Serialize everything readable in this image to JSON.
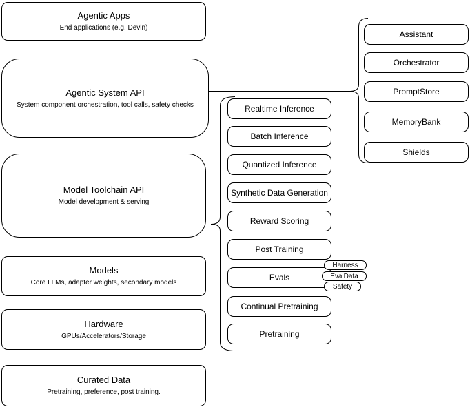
{
  "diagram": {
    "stack": [
      {
        "title": "Agentic Apps",
        "subtitle": "End applications (e.g. Devin)"
      },
      {
        "title": "Agentic System API",
        "subtitle": "System component orchestration, tool calls, safety checks"
      },
      {
        "title": "Model Toolchain API",
        "subtitle": "Model development & serving"
      },
      {
        "title": "Models",
        "subtitle": "Core LLMs, adapter weights, secondary models"
      },
      {
        "title": "Hardware",
        "subtitle": "GPUs/Accelerators/Storage"
      },
      {
        "title": "Curated Data",
        "subtitle": "Pretraining, preference, post training."
      }
    ],
    "toolchain": {
      "items": [
        "Realtime Inference",
        "Batch Inference",
        "Quantized Inference",
        "Synthetic Data Generation",
        "Reward Scoring",
        "Post Training",
        "Evals",
        "Continual Pretraining",
        "Pretraining"
      ],
      "eval_tags": [
        "Harness",
        "EvalData",
        "Safety"
      ]
    },
    "system_components": [
      "Assistant",
      "Orchestrator",
      "PromptStore",
      "MemoryBank",
      "Shields"
    ],
    "colors": {
      "stroke": "#000000",
      "fill": "#ffffff",
      "text": "#000000"
    }
  }
}
